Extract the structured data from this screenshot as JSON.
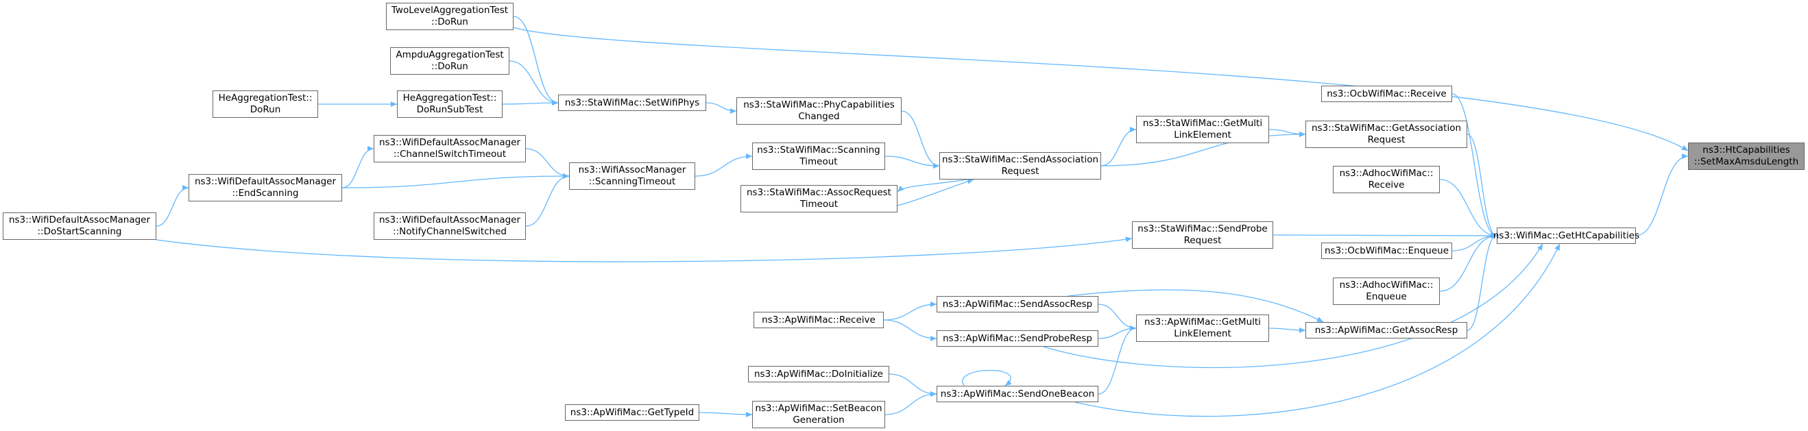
{
  "colors": {
    "edge": "#63b8ff",
    "node_border": "#666666",
    "node_bg": "#ffffff",
    "focus_bg": "#999999",
    "text": "#000000"
  },
  "nodes": {
    "focus": {
      "lines": [
        "ns3::HtCapabilities",
        "::SetMaxAmsduLength"
      ]
    },
    "getHtCap": {
      "lines": [
        "ns3::WifiMac::GetHtCapabilities"
      ]
    },
    "ocbReceive": {
      "lines": [
        "ns3::OcbWifiMac::Receive"
      ]
    },
    "staGetAssocReq": {
      "lines": [
        "ns3::StaWifiMac::GetAssociation",
        "Request"
      ]
    },
    "adhocReceive": {
      "lines": [
        "ns3::AdhocWifiMac::",
        "Receive"
      ]
    },
    "ocbEnqueue": {
      "lines": [
        "ns3::OcbWifiMac::Enqueue"
      ]
    },
    "adhocEnqueue": {
      "lines": [
        "ns3::AdhocWifiMac::",
        "Enqueue"
      ]
    },
    "apGetAssocResp": {
      "lines": [
        "ns3::ApWifiMac::GetAssocResp"
      ]
    },
    "staGetMultiLink": {
      "lines": [
        "ns3::StaWifiMac::GetMulti",
        "LinkElement"
      ]
    },
    "staSendAssocReq": {
      "lines": [
        "ns3::StaWifiMac::SendAssociation",
        "Request"
      ]
    },
    "staSendProbeReq": {
      "lines": [
        "ns3::StaWifiMac::SendProbe",
        "Request"
      ]
    },
    "apGetMultiLink": {
      "lines": [
        "ns3::ApWifiMac::GetMulti",
        "LinkElement"
      ]
    },
    "apSendAssocResp": {
      "lines": [
        "ns3::ApWifiMac::SendAssocResp"
      ]
    },
    "apSendProbeResp": {
      "lines": [
        "ns3::ApWifiMac::SendProbeResp"
      ]
    },
    "apSendOneBeacon": {
      "lines": [
        "ns3::ApWifiMac::SendOneBeacon"
      ]
    },
    "staPhyCapChanged": {
      "lines": [
        "ns3::StaWifiMac::PhyCapabilities",
        "Changed"
      ]
    },
    "staScanTimeout": {
      "lines": [
        "ns3::StaWifiMac::Scanning",
        "Timeout"
      ]
    },
    "staAssocReqTimeout": {
      "lines": [
        "ns3::StaWifiMac::AssocRequest",
        "Timeout"
      ]
    },
    "staSetWifiPhys": {
      "lines": [
        "ns3::StaWifiMac::SetWifiPhys"
      ]
    },
    "assocMgrScanTimeout": {
      "lines": [
        "ns3::WifiAssocManager",
        "::ScanningTimeout"
      ]
    },
    "apReceive": {
      "lines": [
        "ns3::ApWifiMac::Receive"
      ]
    },
    "apDoInitialize": {
      "lines": [
        "ns3::ApWifiMac::DoInitialize"
      ]
    },
    "apSetBeaconGen": {
      "lines": [
        "ns3::ApWifiMac::SetBeacon",
        "Generation"
      ]
    },
    "apGetTypeId": {
      "lines": [
        "ns3::ApWifiMac::GetTypeId"
      ]
    },
    "twoLevelDoRun": {
      "lines": [
        "TwoLevelAggregationTest",
        "::DoRun"
      ]
    },
    "ampduDoRun": {
      "lines": [
        "AmpduAggregationTest",
        "::DoRun"
      ]
    },
    "heDoRunSubTest": {
      "lines": [
        "HeAggregationTest::",
        "DoRunSubTest"
      ]
    },
    "heDoRun": {
      "lines": [
        "HeAggregationTest::",
        "DoRun"
      ]
    },
    "defChannelSwitchTo": {
      "lines": [
        "ns3::WifiDefaultAssocManager",
        "::ChannelSwitchTimeout"
      ]
    },
    "defEndScanning": {
      "lines": [
        "ns3::WifiDefaultAssocManager",
        "::EndScanning"
      ]
    },
    "defNotifyChSwitched": {
      "lines": [
        "ns3::WifiDefaultAssocManager",
        "::NotifyChannelSwitched"
      ]
    },
    "defDoStartScanning": {
      "lines": [
        "ns3::WifiDefaultAssocManager",
        "::DoStartScanning"
      ]
    }
  },
  "edges": [
    [
      "getHtCap",
      "focus"
    ],
    [
      "twoLevelDoRun",
      "focus"
    ],
    [
      "ocbReceive",
      "getHtCap"
    ],
    [
      "staGetAssocReq",
      "getHtCap"
    ],
    [
      "adhocReceive",
      "getHtCap"
    ],
    [
      "ocbEnqueue",
      "getHtCap"
    ],
    [
      "adhocEnqueue",
      "getHtCap"
    ],
    [
      "apGetAssocResp",
      "getHtCap"
    ],
    [
      "staSendProbeReq",
      "getHtCap"
    ],
    [
      "apSendProbeResp",
      "getHtCap"
    ],
    [
      "apSendOneBeacon",
      "getHtCap"
    ],
    [
      "staGetMultiLink",
      "staGetAssocReq"
    ],
    [
      "staSendAssocReq",
      "staGetAssocReq"
    ],
    [
      "staSendAssocReq",
      "staGetMultiLink"
    ],
    [
      "staPhyCapChanged",
      "staSendAssocReq"
    ],
    [
      "staScanTimeout",
      "staSendAssocReq"
    ],
    [
      "staAssocReqTimeout",
      "staSendAssocReq"
    ],
    [
      "staSendAssocReq",
      "staAssocReqTimeout"
    ],
    [
      "defDoStartScanning",
      "staSendProbeReq"
    ],
    [
      "apGetMultiLink",
      "apGetAssocResp"
    ],
    [
      "apSendAssocResp",
      "apGetAssocResp"
    ],
    [
      "apSendAssocResp",
      "apGetMultiLink"
    ],
    [
      "apSendProbeResp",
      "apGetMultiLink"
    ],
    [
      "apSendOneBeacon",
      "apGetMultiLink"
    ],
    [
      "apSendOneBeacon",
      "apSendOneBeacon"
    ],
    [
      "apReceive",
      "apSendAssocResp"
    ],
    [
      "apReceive",
      "apSendProbeResp"
    ],
    [
      "apDoInitialize",
      "apSendOneBeacon"
    ],
    [
      "apSetBeaconGen",
      "apSendOneBeacon"
    ],
    [
      "apGetTypeId",
      "apSetBeaconGen"
    ],
    [
      "staSetWifiPhys",
      "staPhyCapChanged"
    ],
    [
      "assocMgrScanTimeout",
      "staScanTimeout"
    ],
    [
      "twoLevelDoRun",
      "staSetWifiPhys"
    ],
    [
      "ampduDoRun",
      "staSetWifiPhys"
    ],
    [
      "heDoRunSubTest",
      "staSetWifiPhys"
    ],
    [
      "heDoRun",
      "heDoRunSubTest"
    ],
    [
      "defChannelSwitchTo",
      "assocMgrScanTimeout"
    ],
    [
      "defEndScanning",
      "assocMgrScanTimeout"
    ],
    [
      "defNotifyChSwitched",
      "assocMgrScanTimeout"
    ],
    [
      "defEndScanning",
      "defChannelSwitchTo"
    ],
    [
      "defDoStartScanning",
      "defEndScanning"
    ]
  ]
}
